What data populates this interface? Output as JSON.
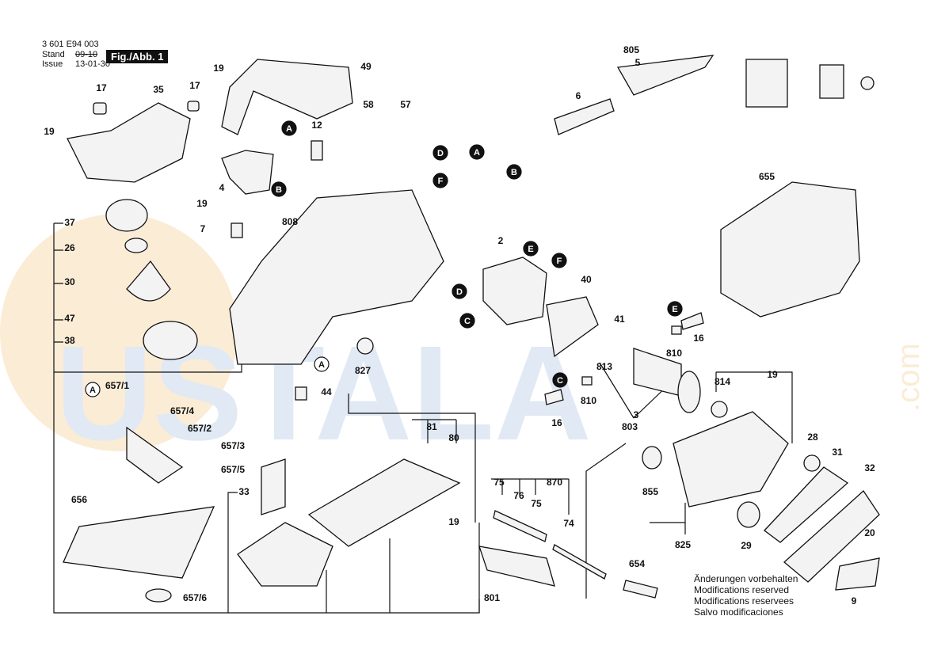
{
  "header": {
    "part_number": "3 601 E94 003",
    "stand_label": "Stand",
    "issue_label": "Issue",
    "stand_value": "09-10",
    "issue_value": "13-01-30",
    "figure": "Fig./Abb. 1"
  },
  "watermark": {
    "text": "USTALA",
    "suffix": ".com"
  },
  "callouts": [
    {
      "id": "c49",
      "text": "49"
    },
    {
      "id": "c19a",
      "text": "19"
    },
    {
      "id": "c17a",
      "text": "17"
    },
    {
      "id": "c35",
      "text": "35"
    },
    {
      "id": "c17b",
      "text": "17"
    },
    {
      "id": "c19b",
      "text": "19"
    },
    {
      "id": "c58",
      "text": "58"
    },
    {
      "id": "c57",
      "text": "57"
    },
    {
      "id": "c12",
      "text": "12"
    },
    {
      "id": "c4",
      "text": "4"
    },
    {
      "id": "c19c",
      "text": "19"
    },
    {
      "id": "c7",
      "text": "7"
    },
    {
      "id": "c808",
      "text": "808"
    },
    {
      "id": "c37",
      "text": "37"
    },
    {
      "id": "c26",
      "text": "26"
    },
    {
      "id": "c30",
      "text": "30"
    },
    {
      "id": "c47",
      "text": "47"
    },
    {
      "id": "c38",
      "text": "38"
    },
    {
      "id": "c827",
      "text": "827"
    },
    {
      "id": "c44",
      "text": "44"
    },
    {
      "id": "c6571",
      "text": "657/1"
    },
    {
      "id": "c6574",
      "text": "657/4"
    },
    {
      "id": "c6572",
      "text": "657/2"
    },
    {
      "id": "c6573",
      "text": "657/3"
    },
    {
      "id": "c6575",
      "text": "657/5"
    },
    {
      "id": "c656",
      "text": "656"
    },
    {
      "id": "c6576",
      "text": "657/6"
    },
    {
      "id": "c33",
      "text": "33"
    },
    {
      "id": "c81",
      "text": "81"
    },
    {
      "id": "c80",
      "text": "80"
    },
    {
      "id": "c19d",
      "text": "19"
    },
    {
      "id": "c801",
      "text": "801"
    },
    {
      "id": "c805",
      "text": "805"
    },
    {
      "id": "c5",
      "text": "5"
    },
    {
      "id": "c6",
      "text": "6"
    },
    {
      "id": "c655",
      "text": "655"
    },
    {
      "id": "c2",
      "text": "2"
    },
    {
      "id": "c40",
      "text": "40"
    },
    {
      "id": "c41",
      "text": "41"
    },
    {
      "id": "c16a",
      "text": "16"
    },
    {
      "id": "c810a",
      "text": "810"
    },
    {
      "id": "c813",
      "text": "813"
    },
    {
      "id": "c3",
      "text": "3"
    },
    {
      "id": "c803",
      "text": "803"
    },
    {
      "id": "c810b",
      "text": "810"
    },
    {
      "id": "c16b",
      "text": "16"
    },
    {
      "id": "c814",
      "text": "814"
    },
    {
      "id": "c19e",
      "text": "19"
    },
    {
      "id": "c28",
      "text": "28"
    },
    {
      "id": "c31",
      "text": "31"
    },
    {
      "id": "c32",
      "text": "32"
    },
    {
      "id": "c20",
      "text": "20"
    },
    {
      "id": "c29",
      "text": "29"
    },
    {
      "id": "c855",
      "text": "855"
    },
    {
      "id": "c825",
      "text": "825"
    },
    {
      "id": "c75a",
      "text": "75"
    },
    {
      "id": "c76",
      "text": "76"
    },
    {
      "id": "c75b",
      "text": "75"
    },
    {
      "id": "c870",
      "text": "870"
    },
    {
      "id": "c74",
      "text": "74"
    },
    {
      "id": "c654",
      "text": "654"
    },
    {
      "id": "c9",
      "text": "9"
    }
  ],
  "connectors": [
    {
      "id": "kA1",
      "text": "A"
    },
    {
      "id": "kB1",
      "text": "B"
    },
    {
      "id": "kD1",
      "text": "D"
    },
    {
      "id": "kF1",
      "text": "F"
    },
    {
      "id": "kA2",
      "text": "A"
    },
    {
      "id": "kB2",
      "text": "B"
    },
    {
      "id": "kE1",
      "text": "E"
    },
    {
      "id": "kF2",
      "text": "F"
    },
    {
      "id": "kD2",
      "text": "D"
    },
    {
      "id": "kC1",
      "text": "C"
    },
    {
      "id": "kE2",
      "text": "E"
    },
    {
      "id": "kC2",
      "text": "C"
    },
    {
      "id": "kA3",
      "text": "A"
    },
    {
      "id": "kA4",
      "text": "A"
    }
  ],
  "notes": [
    "Änderungen vorbehalten",
    "Modifications reserved",
    "Modifications reservees",
    "Salvo modificaciones"
  ]
}
